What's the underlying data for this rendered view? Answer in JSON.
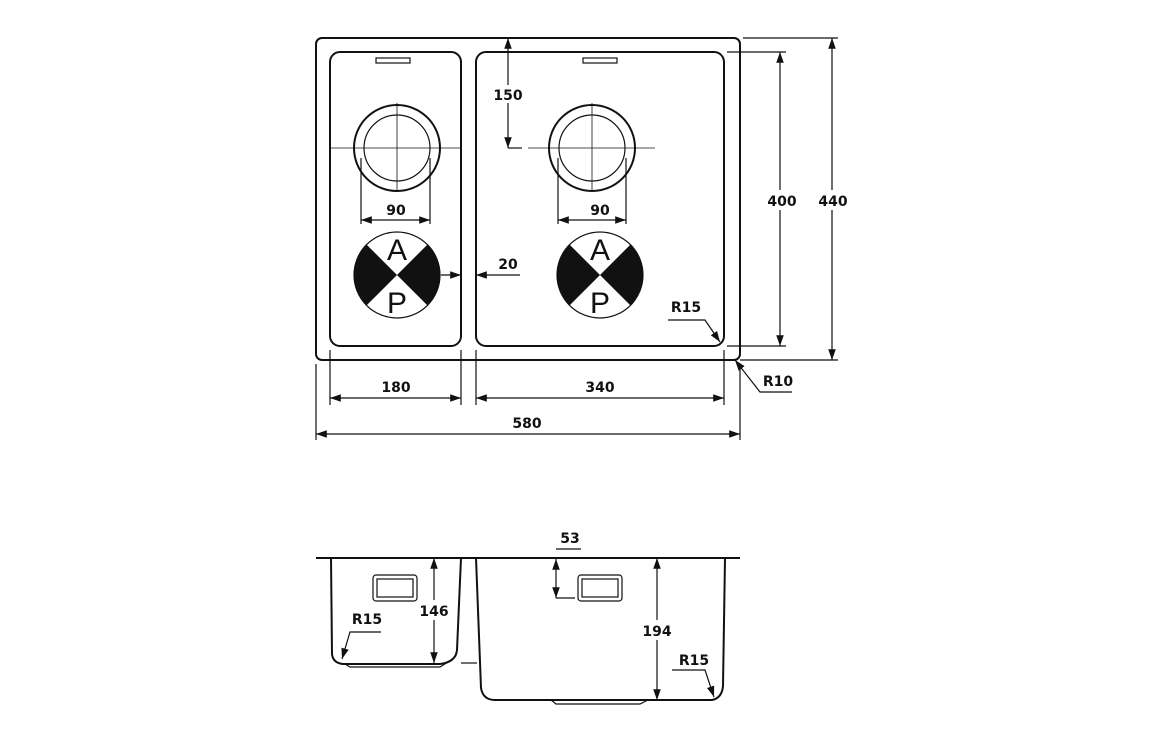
{
  "plan_view": {
    "dimensions": {
      "waste_left": "90",
      "waste_right": "90",
      "waste_offset": "150",
      "bowl_gap": "20",
      "bowl_depth_inner": "400",
      "overall_depth": "440",
      "small_bowl_width": "180",
      "large_bowl_width": "340",
      "overall_width": "580",
      "inner_radius": "R15",
      "outer_radius": "R10"
    },
    "ap_symbol": {
      "top": "A",
      "bottom": "P"
    }
  },
  "section_view": {
    "dimensions": {
      "overflow_offset": "53",
      "small_bowl_depth": "146",
      "large_bowl_depth": "194",
      "small_bowl_radius": "R15",
      "large_bowl_radius": "R15"
    }
  }
}
